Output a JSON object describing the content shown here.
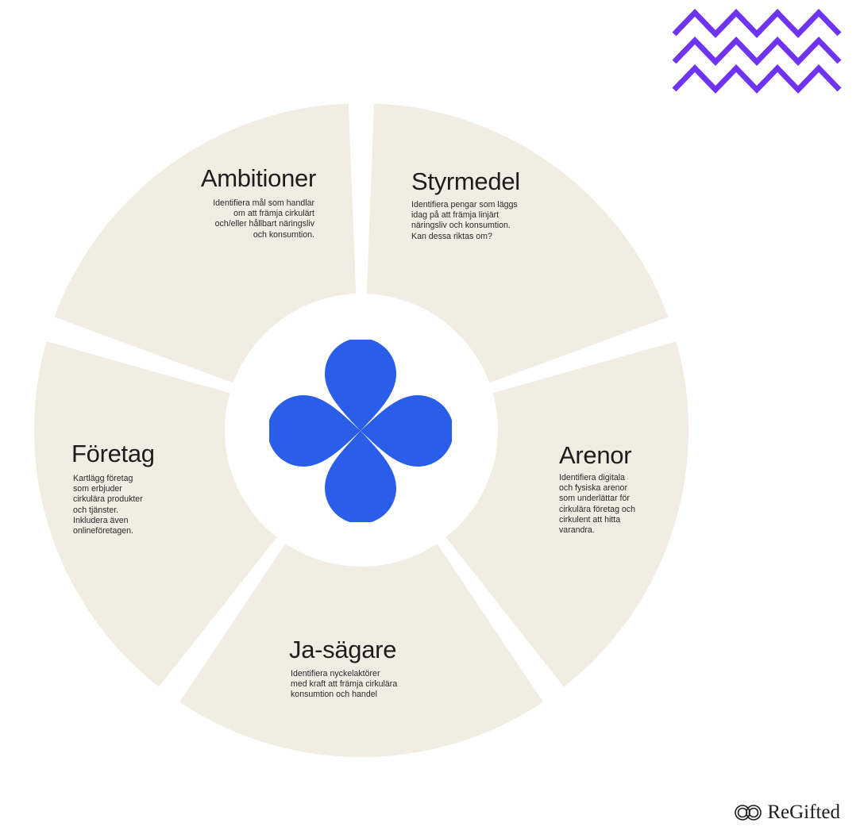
{
  "segments": [
    {
      "id": "ambitioner",
      "title": "Ambitioner",
      "text": "Identifiera mål som handlar\nom att främja cirkulärt\noch/eller hållbart näringsliv\noch konsumtion."
    },
    {
      "id": "styrmedel",
      "title": "Styrmedel",
      "text": "Identifiera pengar som läggs\nidag på att främja linjärt\nnäringsliv och konsumtion.\nKan dessa riktas om?"
    },
    {
      "id": "arenor",
      "title": "Arenor",
      "text": "Identifiera digitala\noch fysiska arenor\nsom underlättar för\ncirkulära företag och\ncirkulent att hitta\nvarandra."
    },
    {
      "id": "ja-sagare",
      "title": "Ja-sägare",
      "text": "Identifiera nyckelaktörer\nmed kraft att främja cirkulära\nkonsumtion och handel"
    },
    {
      "id": "foretag",
      "title": "Företag",
      "text": "Kartlägg företag\nsom erbjuder\ncirkulära produkter\noch tjänster.\nInkludera även\nonlineföretagen."
    }
  ],
  "brand": {
    "name": "ReGifted",
    "icon": "knot-logo-icon"
  },
  "colors": {
    "segment": "#f2ede3",
    "flower": "#2a5ee8",
    "zigzag": "#6f34f2",
    "text": "#1d1d1d"
  },
  "decor": {
    "zigzag_icon": "zigzag-pattern-icon",
    "center_icon": "four-petal-flower-icon"
  }
}
